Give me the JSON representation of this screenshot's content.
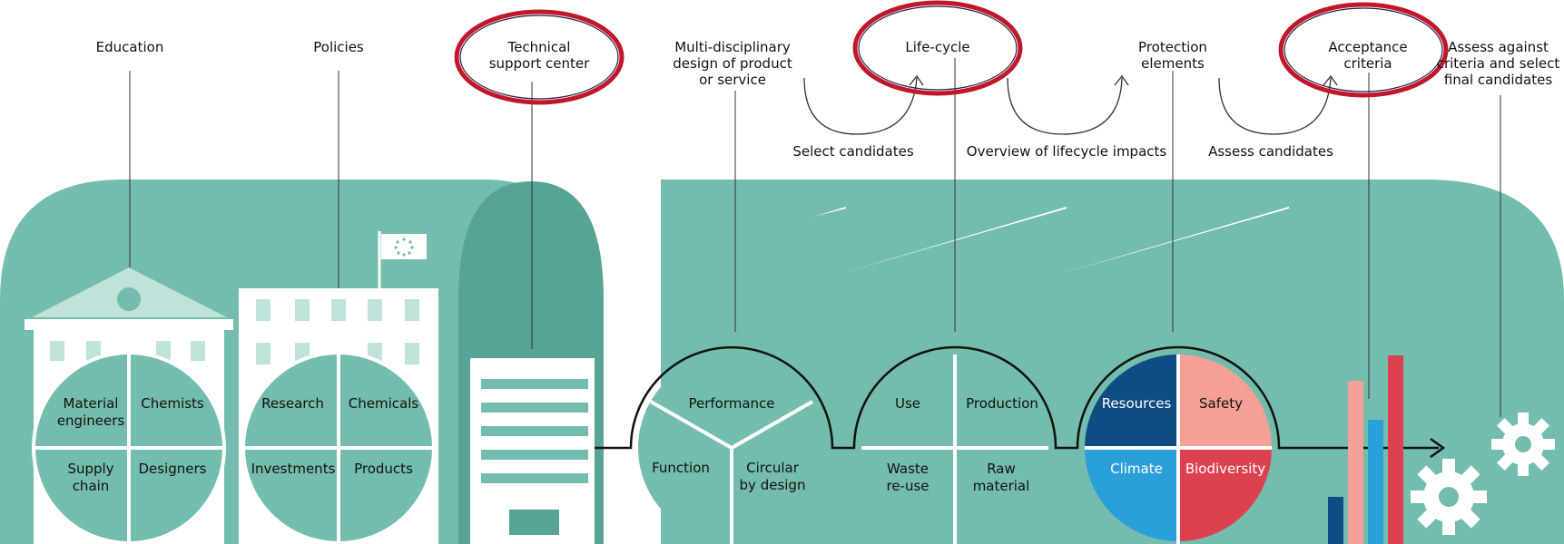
{
  "top_labels": {
    "education": "Education",
    "policies": "Policies",
    "technical_support": "Technical\nsupport center",
    "multidisciplinary": "Multi-disciplinary\ndesign of product\nor service",
    "life_cycle": "Life-cycle",
    "protection": "Protection\nelements",
    "acceptance": "Acceptance\ncriteria",
    "assess_against": "Assess against\ncriteria and select\nfinal candidates"
  },
  "steps": {
    "select": "Select candidates",
    "overview": "Overview of lifecycle impacts",
    "assess": "Assess candidates"
  },
  "education_circle": [
    "Material\nengineers",
    "Chemists",
    "Supply\nchain",
    "Designers"
  ],
  "policies_circle": [
    "Research",
    "Chemicals",
    "Investments",
    "Products"
  ],
  "design_circle": [
    "Performance",
    "Function",
    "Circular\nby design"
  ],
  "lifecycle_circle": [
    "Use",
    "Production",
    "Waste\nre-use",
    "Raw\nmaterial"
  ],
  "protection_circle": [
    "Resources",
    "Safety",
    "Climate",
    "Biodiversity"
  ],
  "colors": {
    "teal": "#74bcae",
    "teal_dark": "#57a394",
    "teal_light": "#bfe2da",
    "navy": "#0f4c81",
    "blue": "#2a9fd8",
    "salmon": "#f5a094",
    "red": "#dc4150",
    "highlight_ring": "#c0182a"
  }
}
